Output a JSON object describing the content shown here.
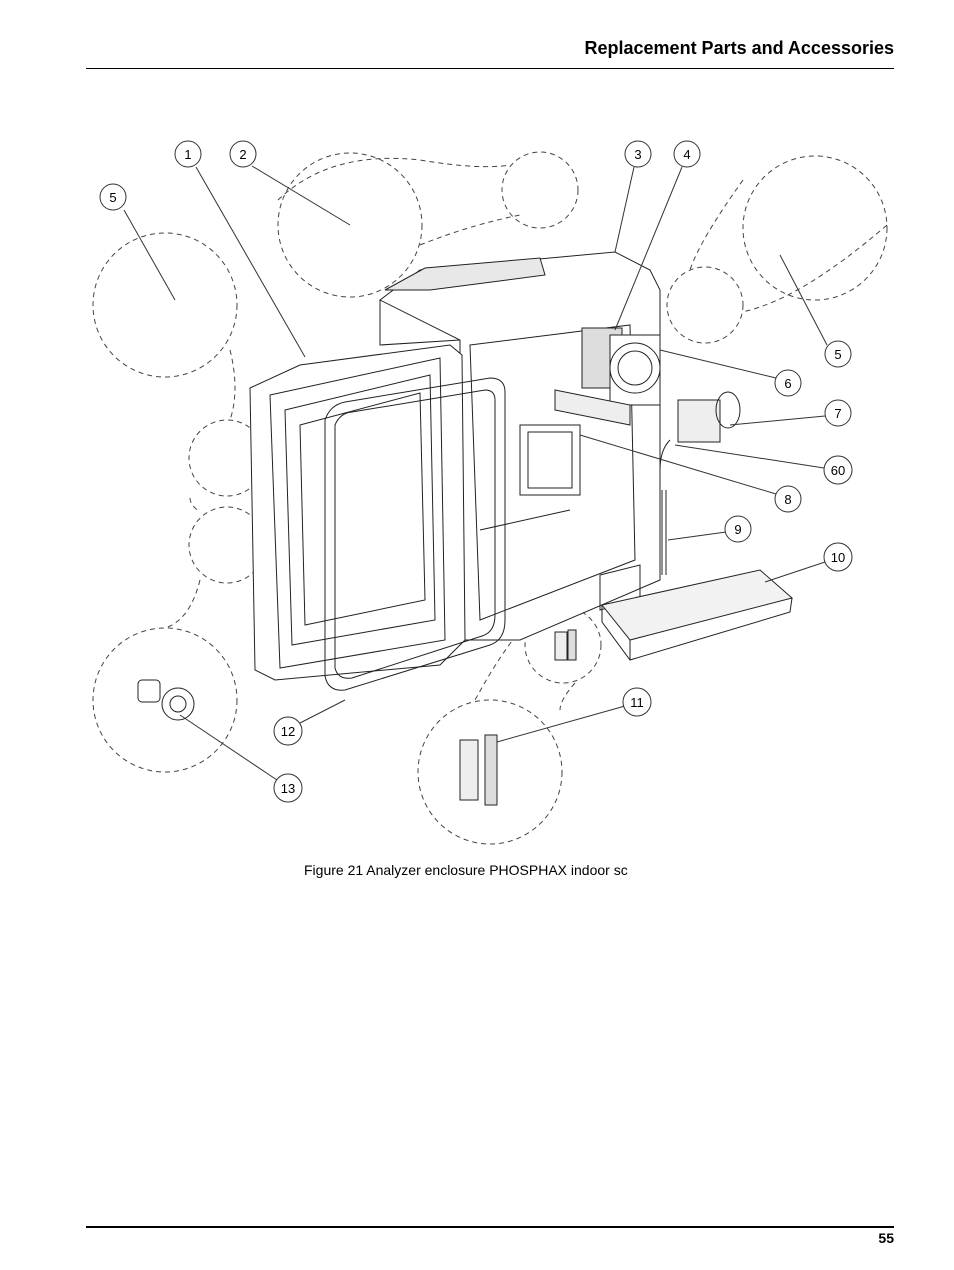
{
  "header": {
    "title": "Replacement Parts and Accessories"
  },
  "figure": {
    "caption": "Figure 21 Analyzer enclosure PHOSPHAX indoor sc",
    "callouts": [
      "1",
      "2",
      "3",
      "4",
      "5",
      "5",
      "6",
      "7",
      "60",
      "8",
      "9",
      "10",
      "11",
      "12",
      "13"
    ]
  },
  "footer": {
    "page_number": "55"
  }
}
